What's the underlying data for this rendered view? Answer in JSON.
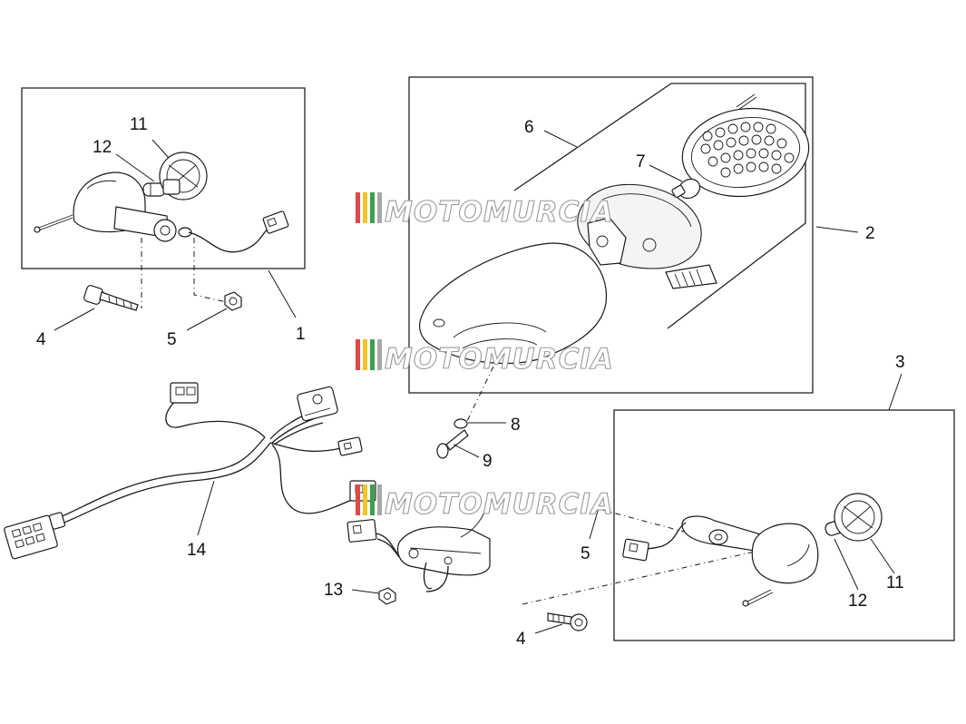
{
  "watermark": {
    "text": "MOTOMURCIA",
    "stripe_colors": [
      "#e04848",
      "#f0c42c",
      "#3ea04a",
      "#a8a8a8"
    ]
  },
  "callouts": {
    "c1": "1",
    "c2": "2",
    "c3": "3",
    "c4_left": "4",
    "c4_right": "4",
    "c5_left": "5",
    "c5_right": "5",
    "c6": "6",
    "c7": "7",
    "c8": "8",
    "c9": "9",
    "c11_left": "11",
    "c11_right": "11",
    "c12_left": "12",
    "c12_right": "12",
    "c13": "13",
    "c14": "14"
  }
}
